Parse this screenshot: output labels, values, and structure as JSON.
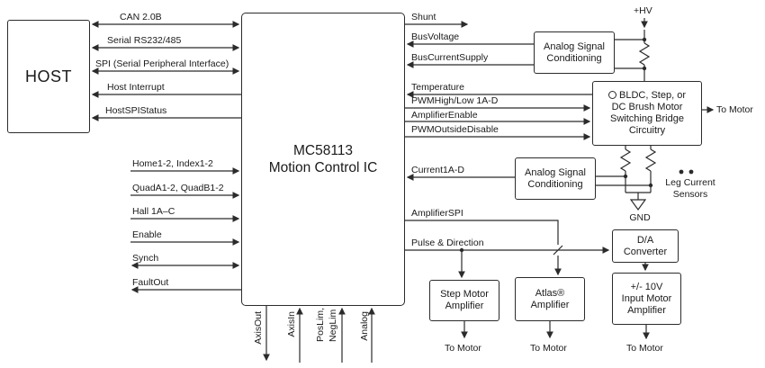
{
  "diagram": {
    "host": {
      "label": "HOST"
    },
    "ic": {
      "name": "MC58113",
      "subtitle": "Motion Control IC"
    },
    "host_links": [
      {
        "label": "CAN 2.0B",
        "direction": "bidirectional"
      },
      {
        "label": "Serial RS232/485",
        "direction": "bidirectional"
      },
      {
        "label": "SPI (Serial Peripheral Interface)",
        "direction": "bidirectional"
      },
      {
        "label": "Host Interrupt",
        "direction": "to-host"
      },
      {
        "label": "HostSPIStatus",
        "direction": "to-host"
      }
    ],
    "left_signals": [
      {
        "label": "Home1-2, Index1-2",
        "direction": "to-ic"
      },
      {
        "label": "QuadA1-2, QuadB1-2",
        "direction": "to-ic"
      },
      {
        "label": "Hall 1A–C",
        "direction": "to-ic"
      },
      {
        "label": "Enable",
        "direction": "to-ic"
      },
      {
        "label": "Synch",
        "direction": "bidirectional"
      },
      {
        "label": "FaultOut",
        "direction": "from-ic"
      }
    ],
    "bottom_pins": [
      {
        "lines": [
          "AxisOut"
        ],
        "direction": "out"
      },
      {
        "lines": [
          "AxisIn"
        ],
        "direction": "in"
      },
      {
        "lines": [
          "PosLim,",
          "NegLim"
        ],
        "direction": "in"
      },
      {
        "lines": [
          "Analog"
        ],
        "direction": "in"
      }
    ],
    "right_signals": {
      "shunt": "Shunt",
      "bus_voltage": "BusVoltage",
      "bus_current_supply": "BusCurrentSupply",
      "temperature": "Temperature",
      "pwm_high_low": "PWMHigh/Low 1A-D",
      "amplifier_enable": "AmplifierEnable",
      "pwm_outside_disable": "PWMOutsideDisable",
      "current_1ad": "Current1A-D",
      "amplifier_spi": "AmplifierSPI",
      "pulse_direction": "Pulse & Direction"
    },
    "blocks": {
      "asc_top": {
        "label": "Analog Signal Conditioning"
      },
      "bridge": {
        "label": "BLDC, Step, or DC Brush Motor Switching Bridge Circuitry"
      },
      "asc_bottom": {
        "label": "Analog Signal Conditioning"
      },
      "dac": {
        "label": "D/A Converter"
      },
      "step_amp": {
        "label": "Step Motor Amplifier"
      },
      "atlas_amp": {
        "label": "Atlas® Amplifier"
      },
      "v10_amp": {
        "label": "+/- 10V Input Motor Amplifier"
      }
    },
    "annotations": {
      "hv": "+HV",
      "gnd": "GND",
      "leg_current_sensors": "Leg Current Sensors",
      "to_motor": "To Motor"
    },
    "colors": {
      "line": "#2b2b2b",
      "background": "#ffffff",
      "text": "#1a1a1a"
    }
  }
}
